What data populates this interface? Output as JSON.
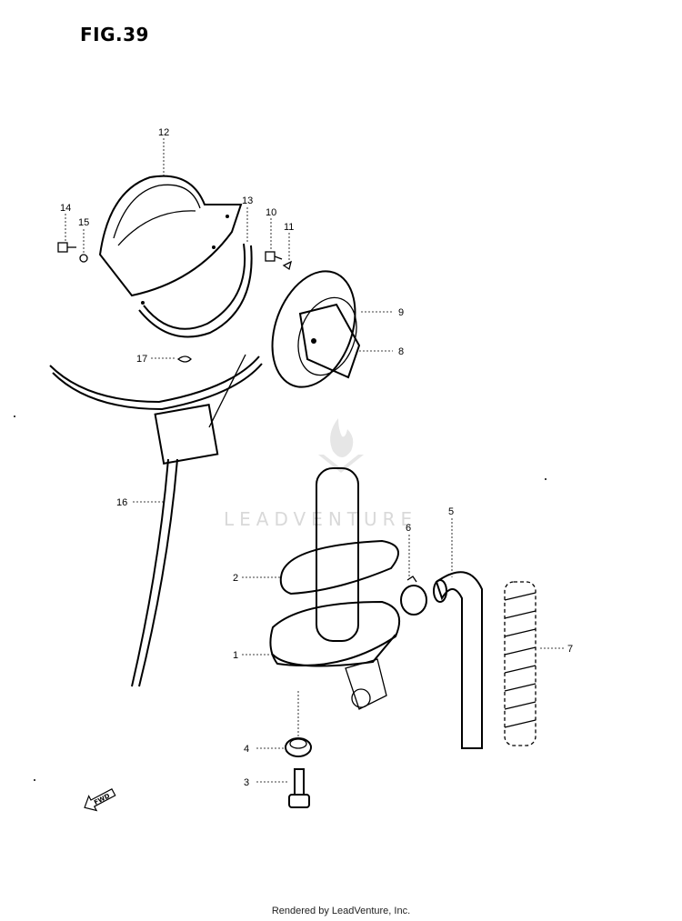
{
  "figure": {
    "title": "FIG.39"
  },
  "callouts": [
    {
      "id": "c1",
      "label": "1"
    },
    {
      "id": "c2",
      "label": "2"
    },
    {
      "id": "c3",
      "label": "3"
    },
    {
      "id": "c4",
      "label": "4"
    },
    {
      "id": "c5",
      "label": "5"
    },
    {
      "id": "c6",
      "label": "6"
    },
    {
      "id": "c7",
      "label": "7"
    },
    {
      "id": "c8",
      "label": "8"
    },
    {
      "id": "c9",
      "label": "9"
    },
    {
      "id": "c10",
      "label": "10"
    },
    {
      "id": "c11",
      "label": "11"
    },
    {
      "id": "c12",
      "label": "12"
    },
    {
      "id": "c13",
      "label": "13"
    },
    {
      "id": "c14",
      "label": "14"
    },
    {
      "id": "c15",
      "label": "15"
    },
    {
      "id": "c16",
      "label": "16"
    },
    {
      "id": "c17",
      "label": "17"
    }
  ],
  "watermark": {
    "text": "LEADVENTURE"
  },
  "direction_marker": {
    "text": "FWD"
  },
  "footer": {
    "credit": "Rendered by LeadVenture, Inc."
  }
}
